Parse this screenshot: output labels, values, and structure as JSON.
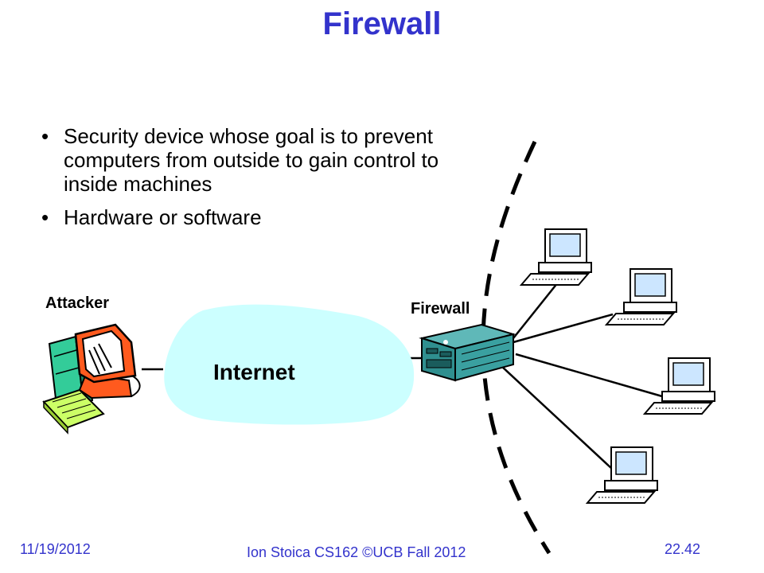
{
  "slide": {
    "title": "Firewall",
    "bullets": [
      "Security device whose goal is to prevent computers from outside to gain control to inside machines",
      "Hardware or software"
    ]
  },
  "diagram": {
    "attacker_label": "Attacker",
    "firewall_label": "Firewall",
    "internet_label": "Internet"
  },
  "footer": {
    "date": "11/19/2012",
    "credit": "Ion Stoica CS162 ©UCB Fall 2012",
    "page": "22.42"
  },
  "colors": {
    "title": "#3333cc",
    "cloud": "#ccffff",
    "attacker_monitor": "#ff5a1e",
    "attacker_cpu": "#33cc99",
    "keyboard": "#ccff66",
    "firewall_box": "#2f8f8f",
    "pc_screen": "#cce6ff"
  },
  "icons": [
    "attacker-computer-icon",
    "internet-cloud-icon",
    "firewall-device-icon",
    "desktop-computer-icon"
  ]
}
